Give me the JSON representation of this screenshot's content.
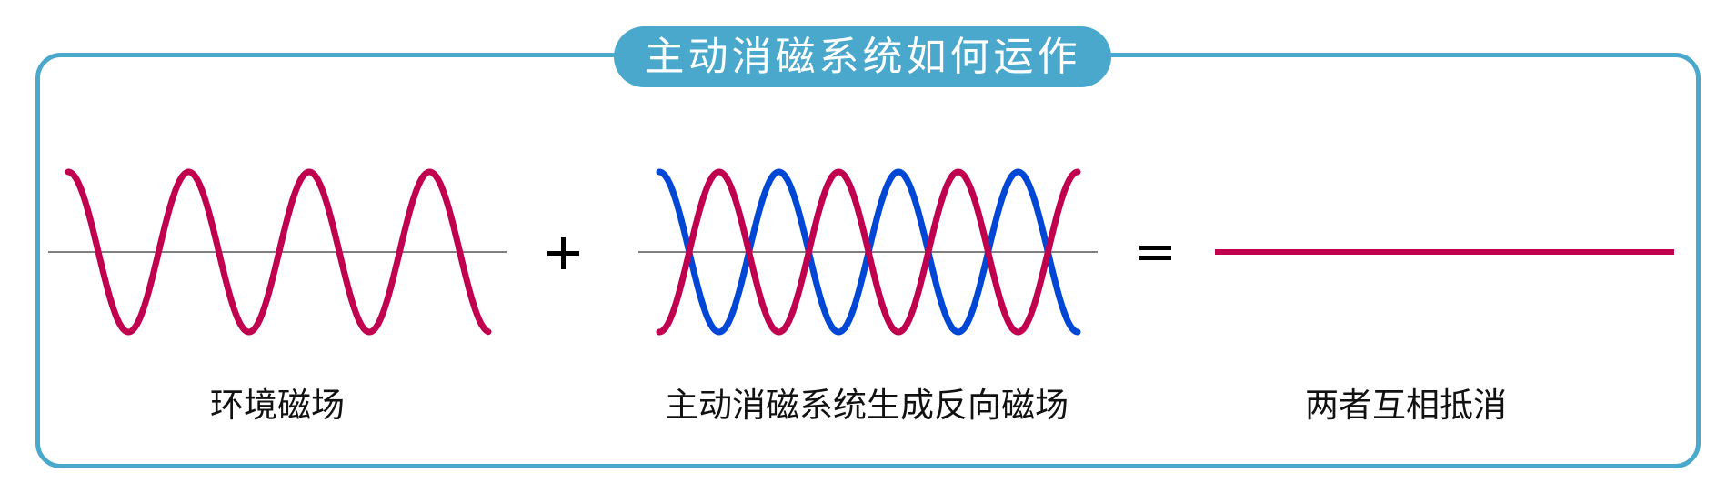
{
  "title": "主动消磁系统如何运作",
  "colors": {
    "frame": "#4aa8cc",
    "ambient_wave": "#c0004e",
    "counter_wave": "#0047d6",
    "axis": "#808080",
    "operator": "#000000"
  },
  "panels": [
    {
      "id": "ambient",
      "label": "环境磁场",
      "waves": [
        "red"
      ]
    },
    {
      "id": "counter",
      "label": "主动消磁系统生成反向磁场",
      "waves": [
        "blue",
        "red"
      ]
    },
    {
      "id": "result",
      "label": "两者互相抵消",
      "waves": [
        "flat-red"
      ]
    }
  ],
  "operators": {
    "plus": "+",
    "equals": "="
  }
}
